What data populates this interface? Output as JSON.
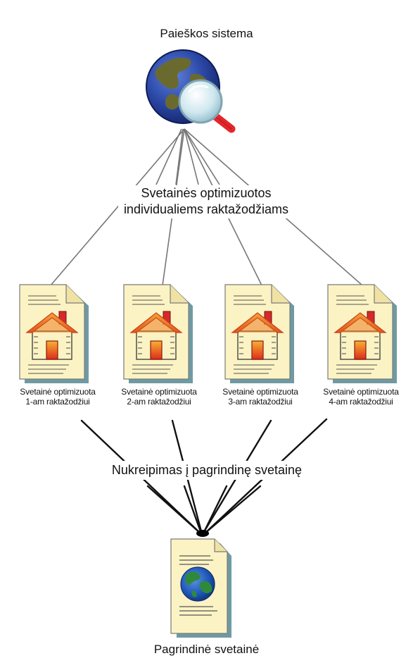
{
  "search_engine": {
    "title": "Paieškos sistema",
    "icon": "globe-magnifier-icon"
  },
  "optimized_sites_label": {
    "line1": "Svetainės optimizuotos",
    "line2": "individualiems raktažodžiams"
  },
  "pages": [
    {
      "line1": "Svetainė optimizuota",
      "line2": "1-am raktažodžiui",
      "icon": "house-document-icon"
    },
    {
      "line1": "Svetainė optimizuota",
      "line2": "2-am raktažodžiui",
      "icon": "house-document-icon"
    },
    {
      "line1": "Svetainė optimizuota",
      "line2": "3-am raktažodžiui",
      "icon": "house-document-icon"
    },
    {
      "line1": "Svetainė optimizuota",
      "line2": "4-am raktažodžiui",
      "icon": "house-document-icon"
    }
  ],
  "redirect_label": "Nukreipimas į pagrindinę svetainę",
  "main_site": {
    "label": "Pagrindinė svetainė",
    "icon": "globe-document-icon"
  },
  "colors": {
    "paper": "#fbf3c4",
    "paper_edge": "#7a7a7a",
    "paper_shadow": "#6f9aa3",
    "roof": "#ee7d22",
    "roof_dark": "#c8401a",
    "chimney": "#d42a2a",
    "house_wall": "#fbf3c4",
    "door": "#e2381d",
    "globe_ocean": "#2c49a8",
    "globe_land": "#6b6a2e",
    "lens_glass": "#cfe7ef",
    "lens_handle": "#e5262d",
    "earth_ocean": "#1f58b8",
    "earth_land": "#2e8a3a",
    "connector": "#777777",
    "redirect_connector": "#111111"
  }
}
